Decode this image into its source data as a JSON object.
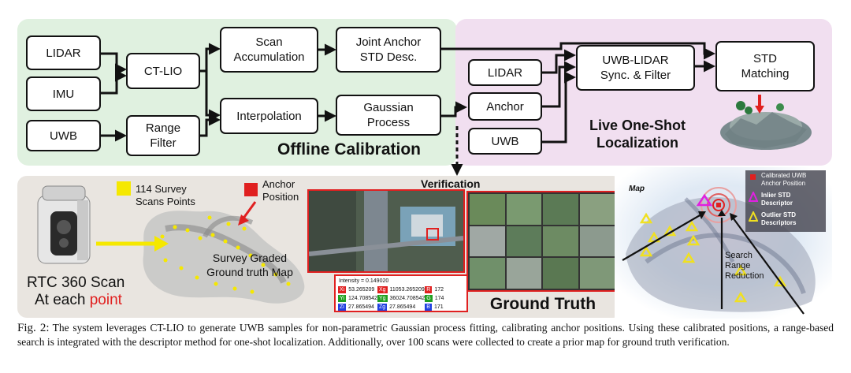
{
  "panels": {
    "offline_title": "Offline Calibration",
    "live_title": "Live One-Shot\nLocalization",
    "verification_label": "Verification",
    "ground_truth_label": "Ground Truth"
  },
  "nodes": {
    "lidar": "LIDAR",
    "imu": "IMU",
    "uwb": "UWB",
    "ctlio": "CT-LIO",
    "range_filter": "Range\nFilter",
    "scan_accum": "Scan\nAccumulation",
    "interp": "Interpolation",
    "joint_anchor": "Joint Anchor\nSTD Desc.",
    "gp": "Gaussian\nProcess",
    "lidar2": "LIDAR",
    "anchor": "Anchor",
    "uwb2": "UWB",
    "sync": "UWB-LIDAR\nSync. & Filter",
    "std": "STD\nMatching"
  },
  "survey": {
    "survey_points": "114 Survey\nScans Points",
    "anchor_position": "Anchor\nPosition",
    "graded_map": "Survey Graded\nGround truth Map",
    "rtc_line1": "RTC 360 Scan",
    "rtc_line2_pre": "At each ",
    "rtc_line2_red": "point",
    "intensity": "Intensity = 0.149020",
    "readout": [
      {
        "tag": "Xi",
        "tag_color": "#e02020",
        "value": "53.265209"
      },
      {
        "tag": "Xg",
        "tag_color": "#e02020",
        "value": "11053.265209"
      },
      {
        "tag": "R",
        "tag_color": "#e02020",
        "value": "172"
      },
      {
        "tag": "Yi",
        "tag_color": "#20a020",
        "value": "124.708542"
      },
      {
        "tag": "Yg",
        "tag_color": "#20a020",
        "value": "36024.708542"
      },
      {
        "tag": "G",
        "tag_color": "#20a020",
        "value": "174"
      },
      {
        "tag": "Zi",
        "tag_color": "#2040e0",
        "value": "27.865494"
      },
      {
        "tag": "Zg",
        "tag_color": "#2040e0",
        "value": "27.865494"
      },
      {
        "tag": "B",
        "tag_color": "#2040e0",
        "value": "171"
      }
    ]
  },
  "map": {
    "title": "Map",
    "legend": [
      {
        "label": "Calibrated UWB\nAnchor Position",
        "symbol": "square",
        "color": "#e02020"
      },
      {
        "label": "Inlier STD\nDescriptor",
        "symbol": "triangle",
        "color": "#e020e0"
      },
      {
        "label": "Outlier STD\nDescriptors",
        "symbol": "triangle",
        "color": "#f0e020"
      }
    ],
    "search_label": "Search\nRange\nReduction"
  },
  "caption": {
    "label": "Fig. 2:",
    "text": "The system leverages CT-LIO to generate UWB samples for non-parametric Gaussian process fitting, calibrating anchor positions. Using these calibrated positions, a range-based search is integrated with the descriptor method for one-shot localization. Additionally, over 100 scans were collected to create a prior map for ground truth verification."
  },
  "colors": {
    "green_panel": "#e0f1e0",
    "pink_panel": "#f1dff0",
    "bottom_panel": "#e9e5e0",
    "accent_red": "#e02020",
    "marker_yellow": "#f5e800"
  }
}
